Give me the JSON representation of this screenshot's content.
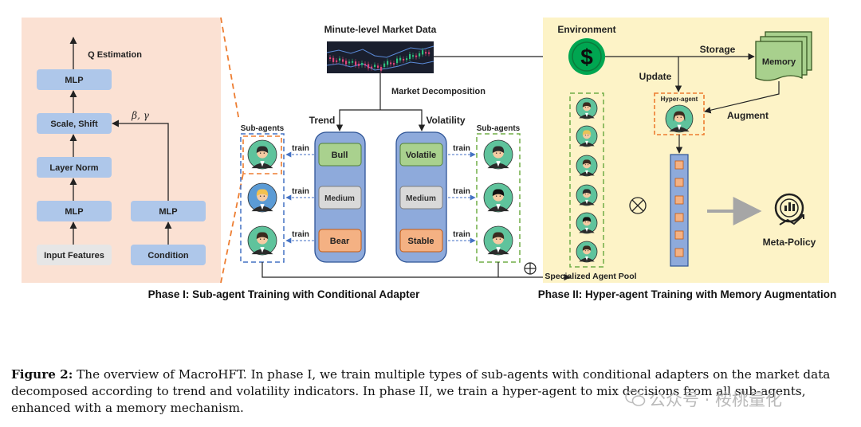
{
  "phase1": {
    "title": "Phase I: Sub-agent Training with Conditional Adapter",
    "adapter": {
      "q_estimation": "Q Estimation",
      "mlp_top": "MLP",
      "scale_shift": "Scale, Shift",
      "beta_gamma": "β, γ",
      "layer_norm": "Layer Norm",
      "mlp_mid": "MLP",
      "mlp_cond": "MLP",
      "input_features": "Input Features",
      "condition": "Condition"
    },
    "market_data_title": "Minute-level Market Data",
    "market_decomposition": "Market Decomposition",
    "trend_label": "Trend",
    "volatility_label": "Volatility",
    "trend_items": [
      "Bull",
      "Medium",
      "Bear"
    ],
    "volatility_items": [
      "Volatile",
      "Medium",
      "Stable"
    ],
    "sub_agents_left": "Sub-agents",
    "sub_agents_right": "Sub-agents",
    "train_label": "train"
  },
  "phase2": {
    "title": "Phase II: Hyper-agent Training with Memory Augmentation",
    "environment": "Environment",
    "storage": "Storage",
    "memory": "Memory",
    "update": "Update",
    "hyper_agent": "Hyper-agent",
    "augment": "Augment",
    "specialized_pool": "Specialized Agent Pool",
    "meta_policy": "Meta-Policy",
    "dollar": "$"
  },
  "caption": {
    "label": "Figure 2:",
    "text": "The overview of MacroHFT. In phase I, we train multiple types of sub-agents with conditional adapters on the market data decomposed according to trend and volatility indicators. In phase II, we train a hyper-agent to mix decisions from all sub-agents, enhanced with a memory mechanism."
  },
  "watermark": "公众号 · 桉桃量化",
  "colors": {
    "panel_left": "#fbe1d3",
    "panel_right": "#fdf3c7",
    "blue_box": "#aec7ea",
    "gray_box": "#e6e6e6",
    "pill": "#8eaadb",
    "green": "#a9d18e",
    "orange": "#f4b183",
    "memory_green": "#a8d08d",
    "dashed_orange": "#ed7d31",
    "dashed_blue": "#4472c4",
    "dashed_green": "#70ad47"
  }
}
